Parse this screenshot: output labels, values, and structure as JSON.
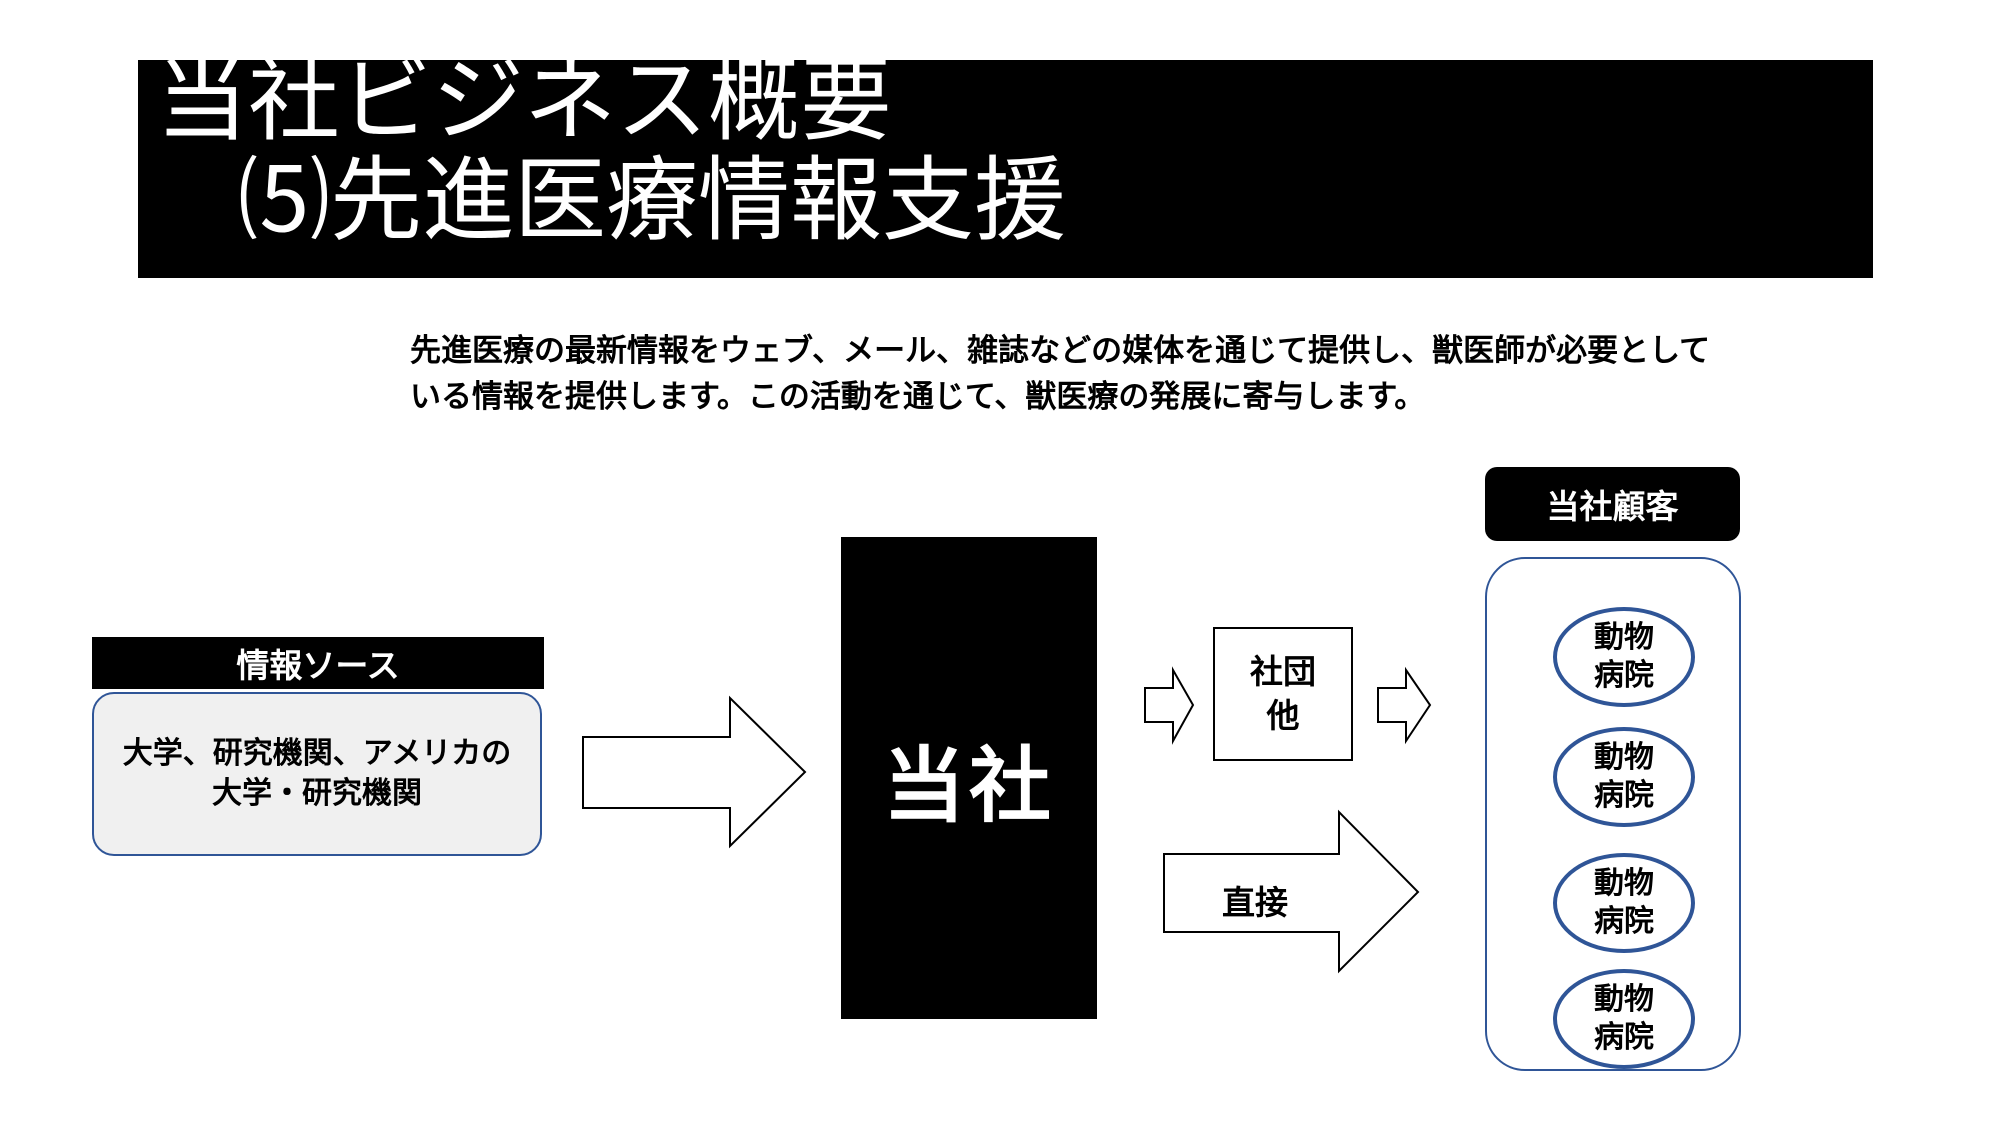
{
  "title": {
    "line1": "当社ビジネス概要",
    "line2": "⑸先進医療情報支援"
  },
  "description": {
    "line1": "先進医療の最新情報をウェブ、メール、雑誌などの媒体を通じて提供し、獣医師が必要として",
    "line2": "いる情報を提供します。この活動を通じて、獣医療の発展に寄与します。"
  },
  "source": {
    "header": "情報ソース",
    "line1": "大学、研究機関、アメリカの",
    "line2": "大学・研究機関"
  },
  "company": {
    "label": "当社"
  },
  "association": {
    "line1": "社団",
    "line2": "他"
  },
  "direct": {
    "label": "直接"
  },
  "customers": {
    "header": "当社顧客",
    "clinics": [
      {
        "line1": "動物",
        "line2": "病院"
      },
      {
        "line1": "動物",
        "line2": "病院"
      },
      {
        "line1": "動物",
        "line2": "病院"
      },
      {
        "line1": "動物",
        "line2": "病院"
      }
    ]
  },
  "colors": {
    "accent": "#2f5597",
    "banner": "#000000",
    "source_fill": "#f0f0f0"
  }
}
